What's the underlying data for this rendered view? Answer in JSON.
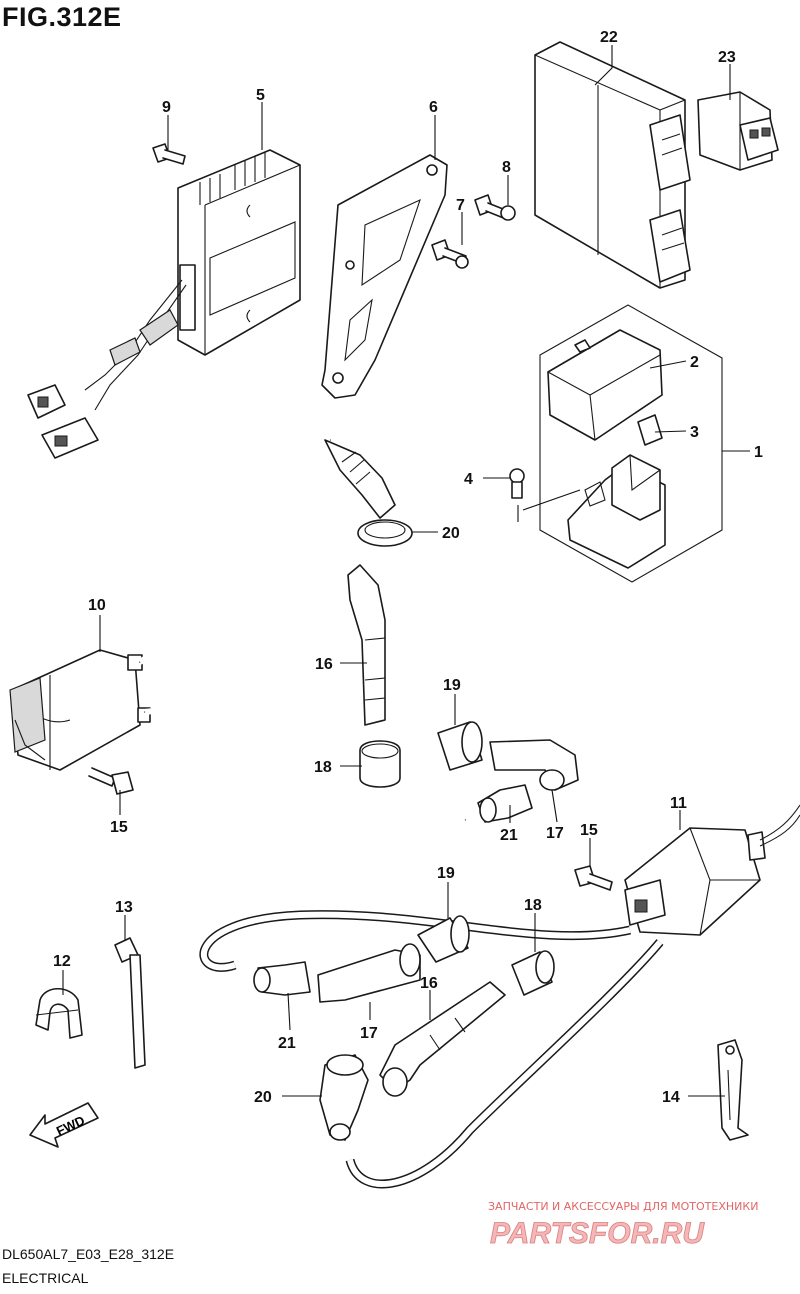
{
  "figure": {
    "title": "FIG.312E",
    "model_code": "DL650AL7_E03_E28_312E",
    "section": "ELECTRICAL"
  },
  "callouts": {
    "c1": "1",
    "c2": "2",
    "c3": "3",
    "c4": "4",
    "c5": "5",
    "c6": "6",
    "c7": "7",
    "c8": "8",
    "c9": "9",
    "c10": "10",
    "c11": "11",
    "c12": "12",
    "c13": "13",
    "c14": "14",
    "c15a": "15",
    "c15b": "15",
    "c16a": "16",
    "c16b": "16",
    "c17a": "17",
    "c17b": "17",
    "c18a": "18",
    "c18b": "18",
    "c19a": "19",
    "c19b": "19",
    "c20a": "20",
    "c20b": "20",
    "c21a": "21",
    "c21b": "21",
    "c22": "22",
    "c23": "23"
  },
  "fwd_label": "FWD",
  "watermark": {
    "tagline": "ЗАПЧАСТИ И АКСЕССУАРЫ ДЛЯ МОТОТЕХНИКИ",
    "brand": "PARTSFOR.RU"
  },
  "colors": {
    "line": "#1a1a1a",
    "watermark": "#e06666"
  }
}
